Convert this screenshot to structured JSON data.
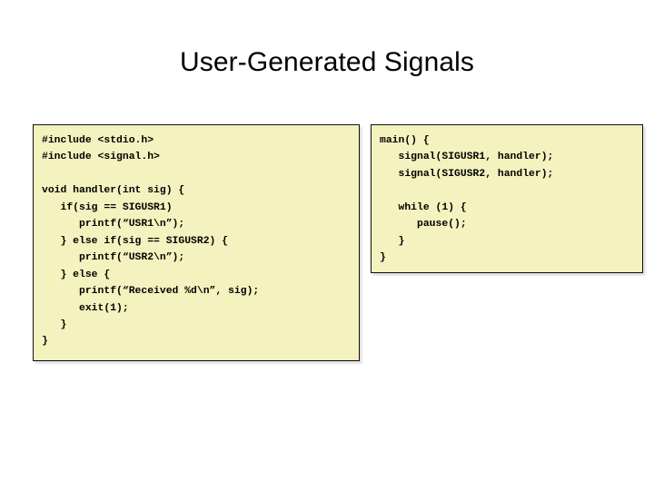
{
  "slide": {
    "title": "User-Generated Signals",
    "background_color": "#ffffff",
    "title_color": "#000000"
  },
  "code_blocks": {
    "handler": {
      "name": "signal-handler-code",
      "background_color": "#F4F2BE",
      "border_color": "#101010",
      "text_color": "#000000",
      "lines": [
        "#include <stdio.h>",
        "#include <signal.h>",
        "",
        "void handler(int sig) {",
        "   if(sig == SIGUSR1)",
        "      printf(“USR1\\n”);",
        "   } else if(sig == SIGUSR2) {",
        "      printf(“USR2\\n”);",
        "   } else {",
        "      printf(“Received %d\\n”, sig);",
        "      exit(1);",
        "   }",
        "}"
      ],
      "text": "#include <stdio.h>\n#include <signal.h>\n\nvoid handler(int sig) {\n   if(sig == SIGUSR1)\n      printf(“USR1\\n”);\n   } else if(sig == SIGUSR2) {\n      printf(“USR2\\n”);\n   } else {\n      printf(“Received %d\\n”, sig);\n      exit(1);\n   }\n}"
    },
    "main": {
      "name": "main-function-code",
      "background_color": "#F4F2BE",
      "border_color": "#101010",
      "text_color": "#000000",
      "lines": [
        "main() {",
        "   signal(SIGUSR1, handler);",
        "   signal(SIGUSR2, handler);",
        "",
        "   while (1) {",
        "      pause();",
        "   }",
        "}"
      ],
      "text": "main() {\n   signal(SIGUSR1, handler);\n   signal(SIGUSR2, handler);\n\n   while (1) {\n      pause();\n   }\n}"
    }
  }
}
